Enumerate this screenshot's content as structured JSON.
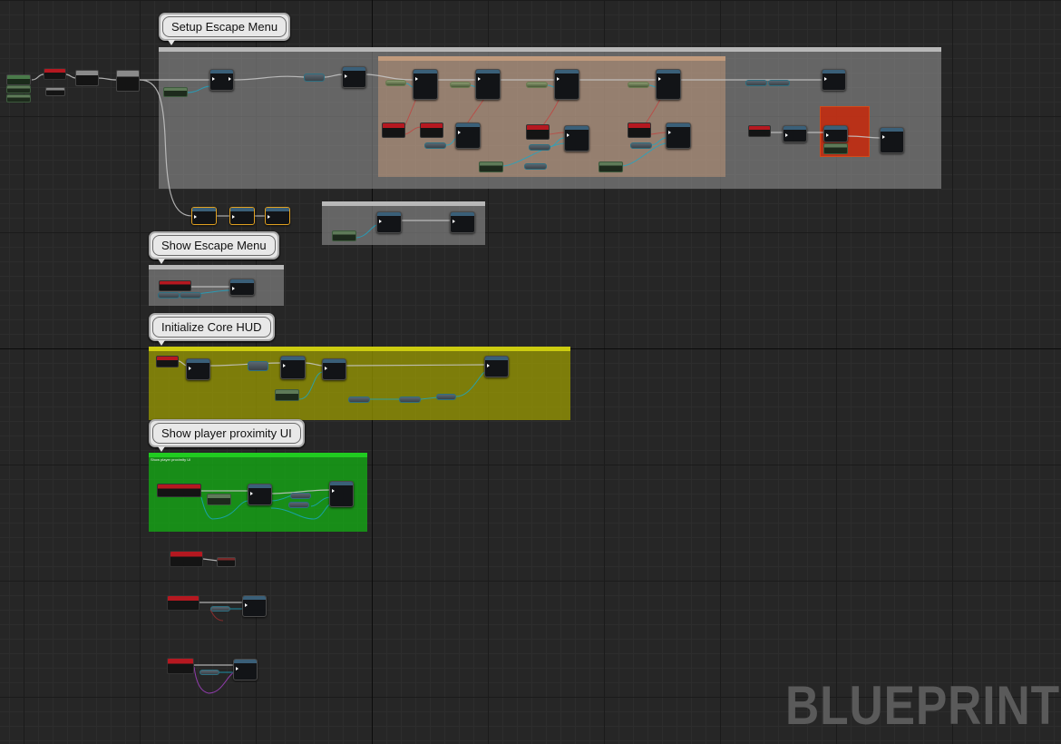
{
  "colors": {
    "background": "#262626",
    "setup_comment": "#7a7a7a",
    "inner_comment": "#b8947a",
    "escape_comment": "#7a7a7a",
    "core_hud_comment": "#b4b400",
    "proximity_comment": "#12b412",
    "red_note": "#c8280a",
    "watermark": "#5a5a5a",
    "exec_wire": "#c8c8c8",
    "object_wire": "#1aa8c8"
  },
  "bubbles": {
    "setup_escape_menu": "Setup Escape Menu",
    "show_escape_menu": "Show Escape Menu",
    "initialize_core_hud": "Initialize Core HUD",
    "show_player_proximity_ui": "Show player proximity UI"
  },
  "comments": {
    "setup_escape_menu": "",
    "inner_comment": "",
    "side_comment": "",
    "show_escape_menu": "",
    "initialize_core_hud": "",
    "show_player_proximity_ui": "Show player proximity UI"
  },
  "red_note_text": "",
  "watermark": "BLUEPRINT",
  "icons": {
    "exec_pin": "exec-pin-icon",
    "data_pin": "data-pin-icon"
  }
}
